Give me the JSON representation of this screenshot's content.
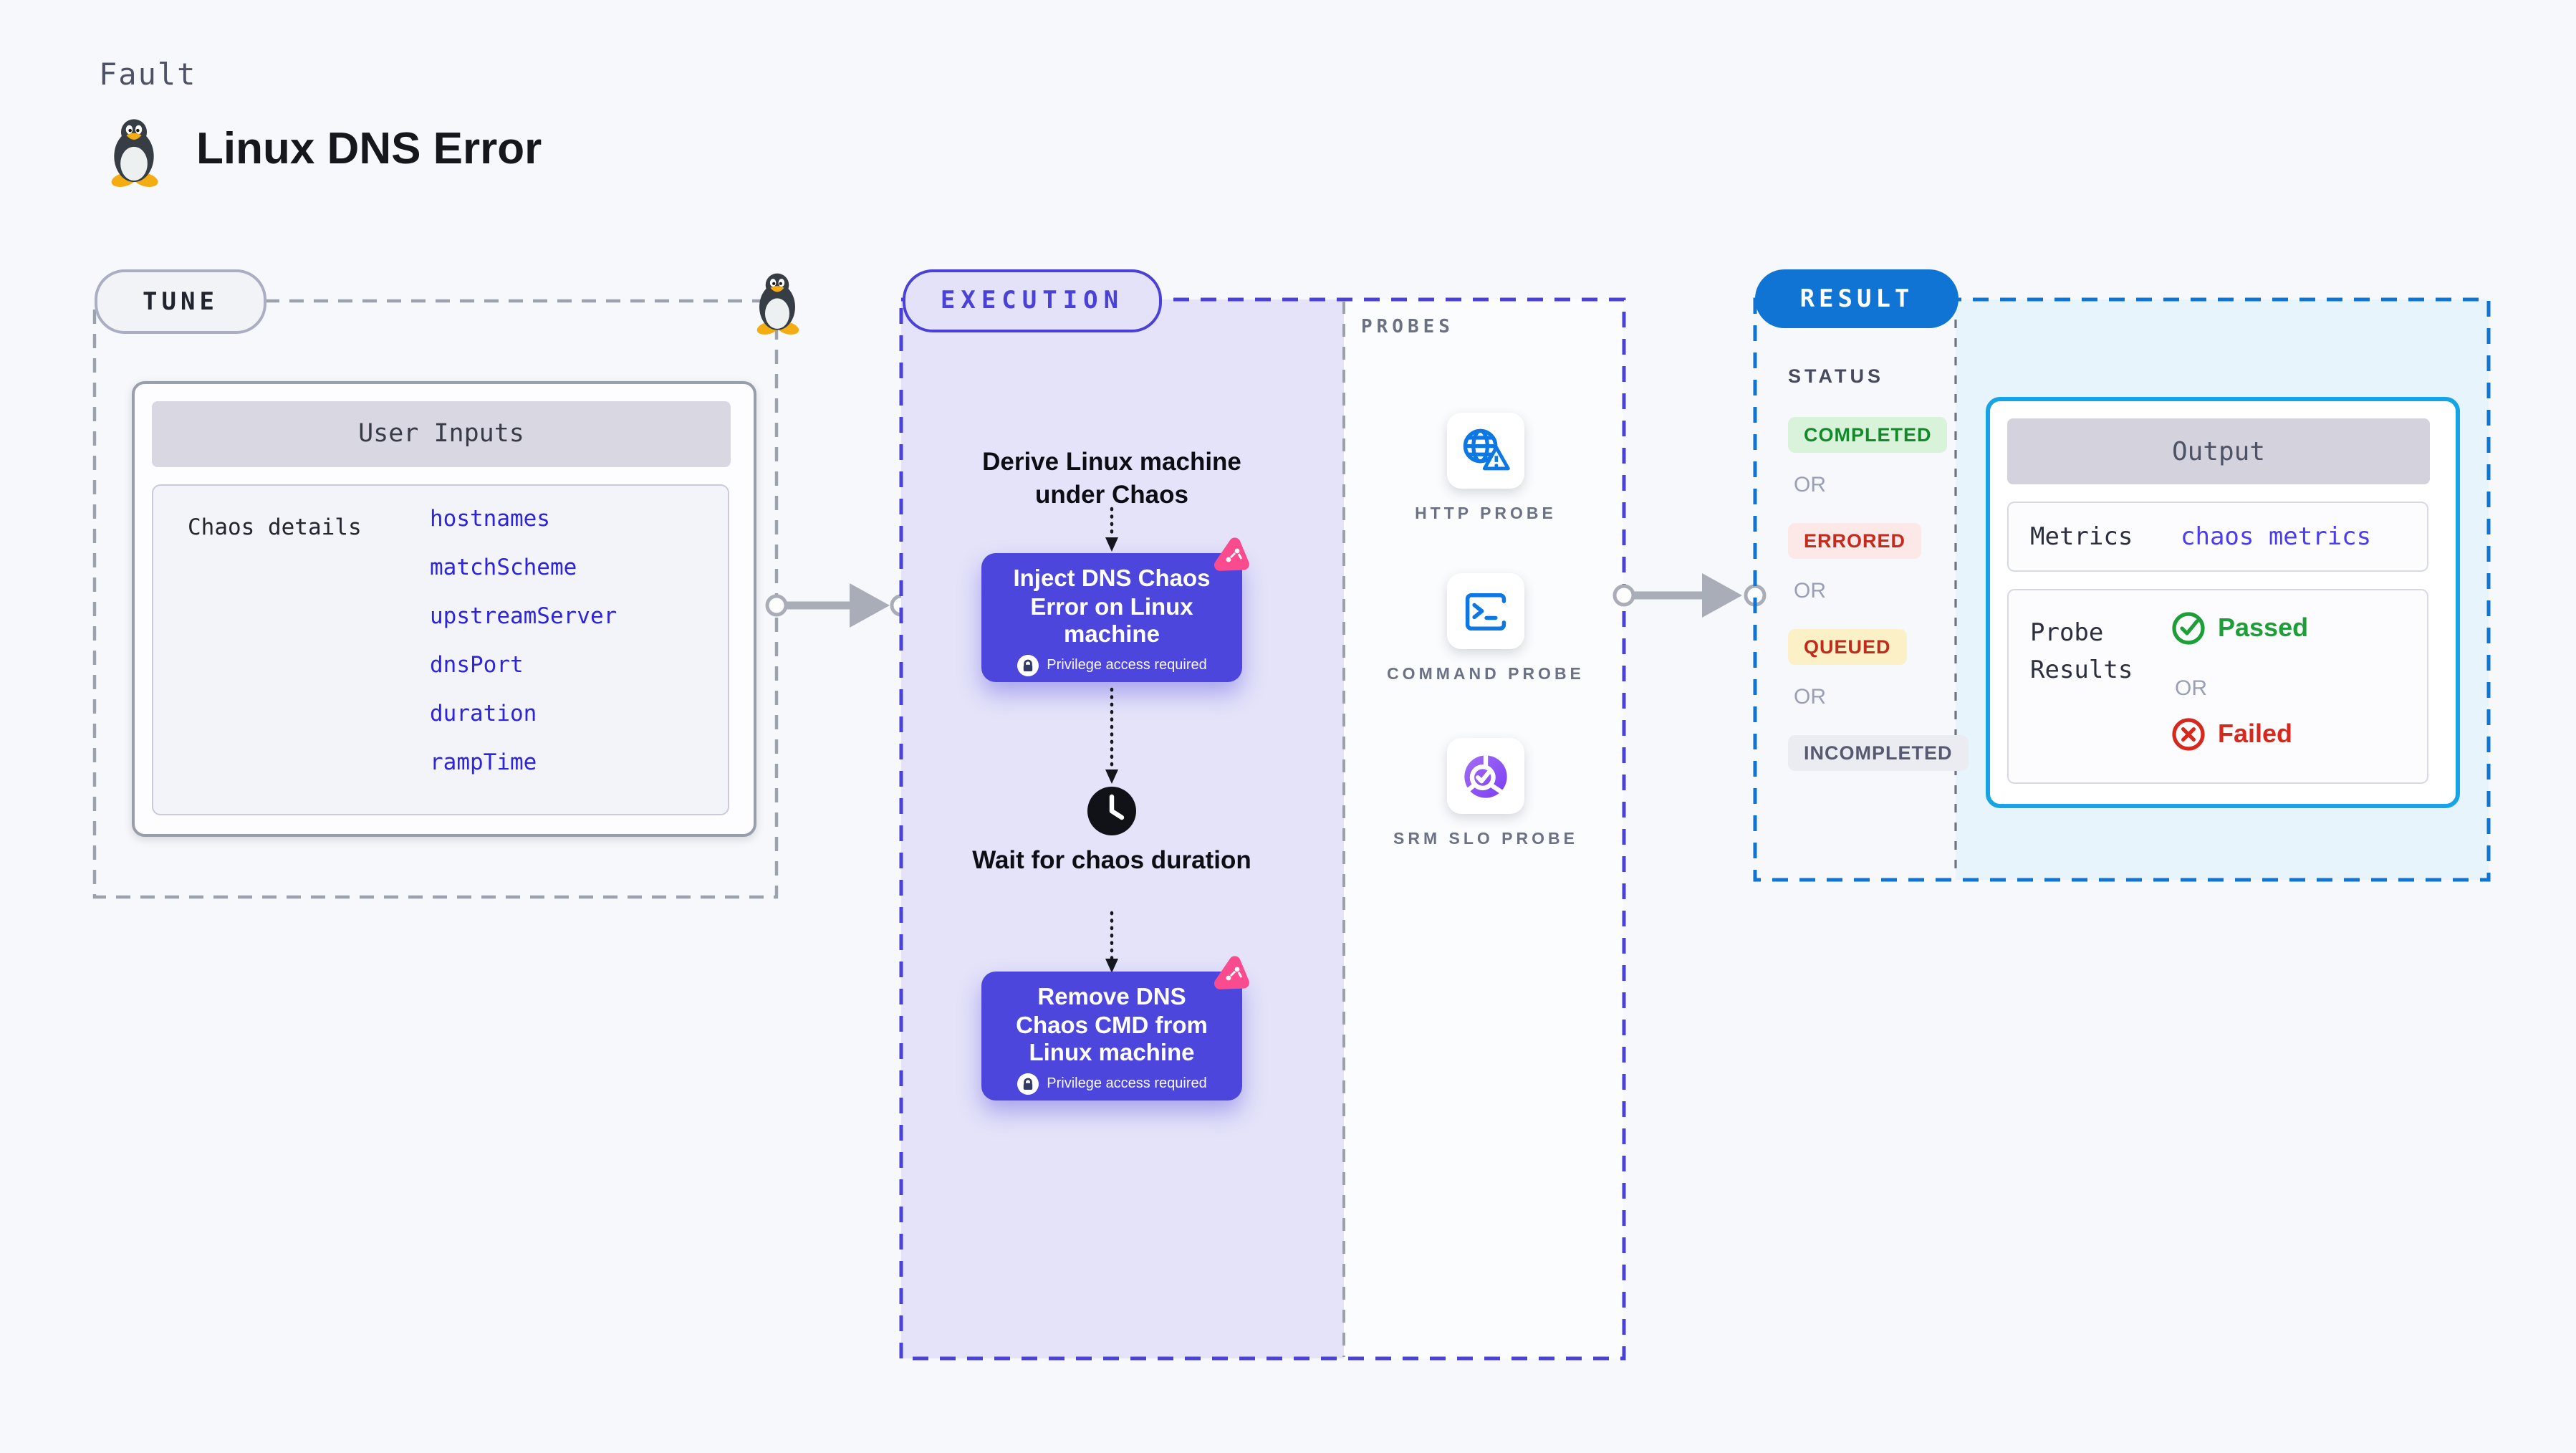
{
  "header": {
    "kicker": "Fault",
    "title": "Linux DNS Error",
    "icon": "tux-penguin"
  },
  "tune": {
    "label": "TUNE",
    "card_title": "User Inputs",
    "row_label": "Chaos details",
    "params": [
      "hostnames",
      "matchScheme",
      "upstreamServer",
      "dnsPort",
      "duration",
      "rampTime"
    ]
  },
  "execution": {
    "label": "EXECUTION",
    "derive_text": "Derive Linux machine under Chaos",
    "inject_title": "Inject DNS Chaos Error on Linux machine",
    "privilege_note": "Privilege access required",
    "wait_text": "Wait for chaos duration",
    "remove_title": "Remove DNS Chaos CMD from Linux machine"
  },
  "probes": {
    "label": "PROBES",
    "items": [
      {
        "name": "HTTP PROBE",
        "icon": "globe-warning-icon"
      },
      {
        "name": "COMMAND PROBE",
        "icon": "terminal-icon"
      },
      {
        "name": "SRM SLO PROBE",
        "icon": "slo-pie-check-icon"
      }
    ]
  },
  "result": {
    "label": "RESULT",
    "status_title": "STATUS",
    "or_label": "OR",
    "statuses": [
      {
        "label": "COMPLETED",
        "type": "completed"
      },
      {
        "label": "ERRORED",
        "type": "errored"
      },
      {
        "label": "QUEUED",
        "type": "queued"
      },
      {
        "label": "INCOMPLETED",
        "type": "incompleted"
      }
    ],
    "output": {
      "title": "Output",
      "metrics_label": "Metrics",
      "metrics_value": "chaos metrics",
      "probe_results_label": "Probe Results",
      "passed_label": "Passed",
      "failed_label": "Failed"
    }
  },
  "colors": {
    "page_bg": "#f7f8fb",
    "indigo_accent": "#4a41d8",
    "node_bg": "#4c46dd",
    "result_blue": "#0f74d3",
    "output_cyan": "#16a4e6",
    "param_link": "#2d24dc",
    "passed_green": "#1e9e38",
    "failed_red": "#d7281d",
    "chaos_pink": "#fb4b8f"
  }
}
